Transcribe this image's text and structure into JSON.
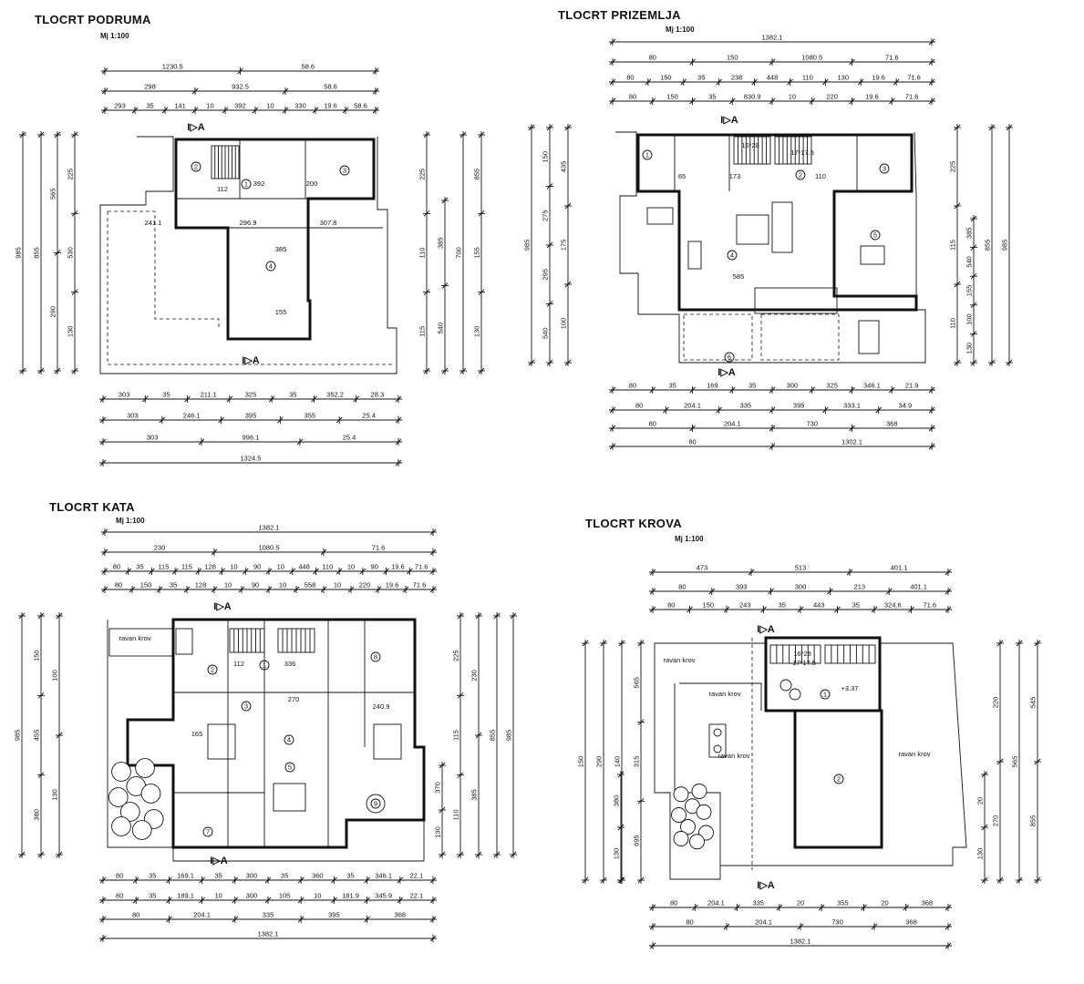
{
  "plans": {
    "basement": {
      "title": "TLOCRT PODRUMA",
      "scale": "Mj 1:100"
    },
    "ground": {
      "title": "TLOCRT PRIZEMLJA",
      "scale": "Mj 1:100"
    },
    "floor": {
      "title": "TLOCRT KATA",
      "scale": "Mj 1:100"
    },
    "roof": {
      "title": "TLOCRT KROVA",
      "scale": "Mj 1:100"
    }
  },
  "dims": {
    "basement": {
      "top1": [
        "1230.5",
        "58.6"
      ],
      "top2": [
        "298",
        "932.5",
        "58.6"
      ],
      "top3": [
        "293",
        "35",
        "141",
        "10",
        "392",
        "10",
        "330",
        "19.6",
        "58.6"
      ],
      "bottom1": [
        "303",
        "35",
        "211.1",
        "325",
        "35",
        "352.2",
        "28.3"
      ],
      "bottom2": [
        "303",
        "246.1",
        "395",
        "355",
        "25.4"
      ],
      "bottom3": [
        "303",
        "996.1",
        "25.4"
      ],
      "bottom4": [
        "1324.5"
      ],
      "left": [
        "985",
        "855",
        "565",
        "290",
        "225",
        "530",
        "130"
      ],
      "right": [
        "225",
        "110",
        "115",
        "700",
        "385",
        "540",
        "855",
        "155",
        "130"
      ],
      "inner": [
        "241.1",
        "296.9",
        "307.8",
        "392",
        "112",
        "385",
        "155",
        "200"
      ],
      "section": "I▷A"
    },
    "ground": {
      "top1": [
        "1382.1"
      ],
      "top2": [
        "80",
        "150",
        "1080.5",
        "71.6"
      ],
      "top3": [
        "80",
        "150",
        "35",
        "238",
        "448",
        "110",
        "130",
        "19.6",
        "71.6"
      ],
      "top4": [
        "80",
        "150",
        "35",
        "830.9",
        "10",
        "220",
        "19.6",
        "71.6"
      ],
      "bottom1": [
        "80",
        "35",
        "169",
        "35",
        "300",
        "325",
        "346.1",
        "21.9"
      ],
      "bottom2": [
        "80",
        "204.1",
        "335",
        "395",
        "333.1",
        "34.9"
      ],
      "bottom3": [
        "80",
        "204.1",
        "730",
        "368"
      ],
      "bottom4": [
        "80",
        "1302.1"
      ],
      "left": [
        "985",
        "150",
        "275",
        "295",
        "540",
        "435",
        "175",
        "100"
      ],
      "right": [
        "225",
        "115",
        "110",
        "985",
        "855",
        "385",
        "540",
        "155",
        "100",
        "130"
      ],
      "inner": [
        "173",
        "65",
        "110",
        "585",
        "16*28",
        "17*17.5"
      ],
      "section": "I▷A"
    },
    "floor": {
      "top1": [
        "1382.1"
      ],
      "top2": [
        "230",
        "1080.5",
        "71.6"
      ],
      "top3": [
        "80",
        "35",
        "115",
        "115",
        "128",
        "10",
        "90",
        "10",
        "448",
        "110",
        "10",
        "90",
        "19.6",
        "71.6"
      ],
      "top4": [
        "80",
        "150",
        "35",
        "128",
        "10",
        "90",
        "10",
        "558",
        "10",
        "220",
        "19.6",
        "71.6"
      ],
      "bottom1": [
        "80",
        "35",
        "169.1",
        "35",
        "300",
        "35",
        "360",
        "35",
        "346.1",
        "22.1"
      ],
      "bottom2": [
        "80",
        "35",
        "189.1",
        "10",
        "300",
        "105",
        "10",
        "181.9",
        "345.9",
        "22.1"
      ],
      "bottom3": [
        "80",
        "204.1",
        "335",
        "395",
        "368"
      ],
      "bottom4": [
        "1382.1"
      ],
      "left": [
        "985",
        "150",
        "455",
        "380",
        "100",
        "130"
      ],
      "right": [
        "225",
        "115",
        "110",
        "230",
        "385",
        "855",
        "985",
        "370",
        "130"
      ],
      "inner": [
        "112",
        "336",
        "240.9",
        "270",
        "165"
      ],
      "labels": [
        "ravan krov"
      ],
      "section": "I▷A"
    },
    "roof": {
      "top1": [
        "473",
        "513",
        "401.1"
      ],
      "top2": [
        "80",
        "393",
        "300",
        "213",
        "401.1"
      ],
      "top3": [
        "80",
        "150",
        "243",
        "35",
        "443",
        "35",
        "324.6",
        "71.6"
      ],
      "bottom1": [
        "80",
        "204.1",
        "335",
        "20",
        "355",
        "20",
        "368"
      ],
      "bottom2": [
        "80",
        "204.1",
        "730",
        "368"
      ],
      "bottom3": [
        "1382.1"
      ],
      "left": [
        "150",
        "290",
        "140",
        "565",
        "315",
        "695",
        "380",
        "130"
      ],
      "right": [
        "220",
        "270",
        "565",
        "545",
        "855",
        "20",
        "130"
      ],
      "labels": [
        "ravan krov",
        "ravan krov",
        "ravan krov",
        "ravan krov"
      ],
      "inner": [
        "16*28",
        "17*17.5",
        "+3.37"
      ],
      "section": "I▷A"
    }
  }
}
